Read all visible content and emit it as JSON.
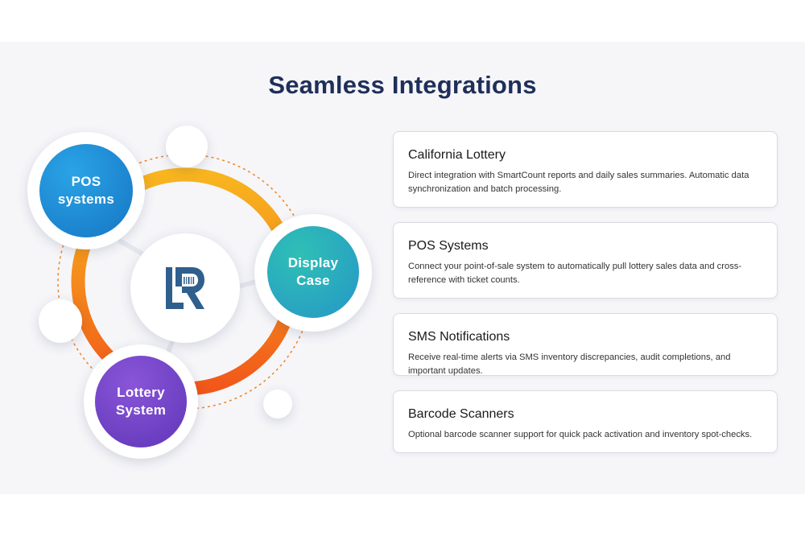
{
  "page": {
    "title": "Seamless Integrations"
  },
  "diagram": {
    "hub": {
      "logo": "LR barcode logo"
    },
    "nodes": [
      {
        "id": "pos",
        "label": "POS\nsystems",
        "color": "#1f8fd6"
      },
      {
        "id": "display",
        "label": "Display\nCase",
        "color": "#2aa9b8"
      },
      {
        "id": "lottery",
        "label": "Lottery\nSystem",
        "color": "#7a45c9"
      }
    ],
    "ring_colors": [
      "#f7b21e",
      "#f36a1a"
    ]
  },
  "integrations": [
    {
      "title": "California Lottery",
      "description": "Direct integration with SmartCount reports and daily sales summaries. Automatic data synchronization and batch processing."
    },
    {
      "title": "POS Systems",
      "description": "Connect your point-of-sale system to automatically pull lottery sales data and cross-reference with ticket counts."
    },
    {
      "title": "SMS Notifications",
      "description": "Receive real-time alerts via SMS inventory discrepancies, audit completions, and important updates."
    },
    {
      "title": "Barcode Scanners",
      "description": "Optional barcode scanner support for quick pack activation and inventory spot-checks."
    }
  ]
}
